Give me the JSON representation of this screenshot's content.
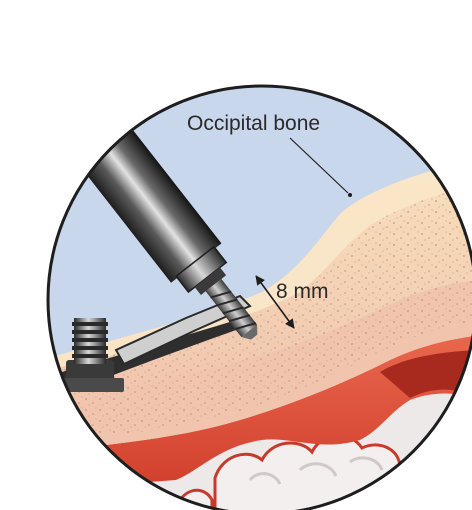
{
  "labels": {
    "bone_label": "Occipital bone",
    "depth_label": "8 mm"
  },
  "colors": {
    "background_sky": "#c9d7ec",
    "bone_outer": "#f6d9b3",
    "bone_inner": "#f1c8b0",
    "bone_dots": "#b88a78",
    "dura_red": "#e2563f",
    "dura_dark": "#c73a2b",
    "brain_white": "#ece9e8",
    "brain_shadow": "#cfc9c9",
    "metal_dark": "#3a3a3a",
    "metal_light": "#bdbdbd",
    "circle_outline": "#1e1e1e",
    "text": "#2a2a2a"
  },
  "icons": {
    "drill": "drill-icon",
    "screw_post": "screw-post-icon",
    "leader_line": "leader-line",
    "dimension_arrow": "dimension-arrow"
  }
}
